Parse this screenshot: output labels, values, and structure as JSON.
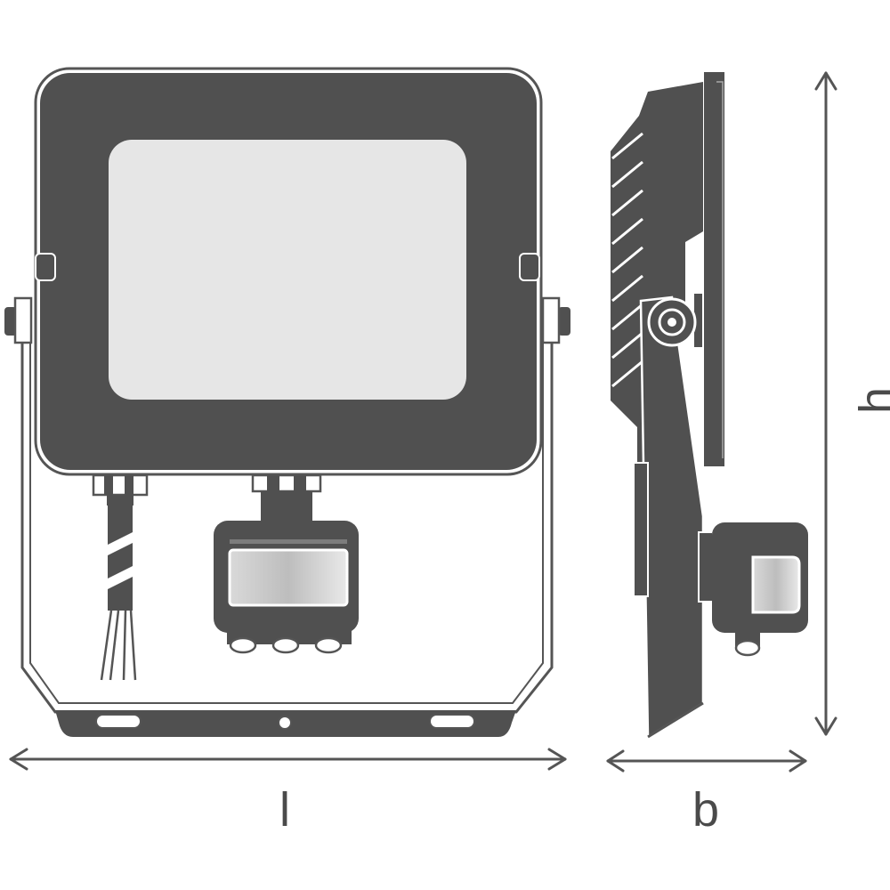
{
  "labels": {
    "length": "l",
    "width": "b",
    "height": "h"
  },
  "colors": {
    "body": "#505050",
    "lens": "#e6e6e6",
    "outline": "#555555",
    "background": "#ffffff"
  },
  "icons": {
    "arrow": "double-headed-arrow"
  }
}
